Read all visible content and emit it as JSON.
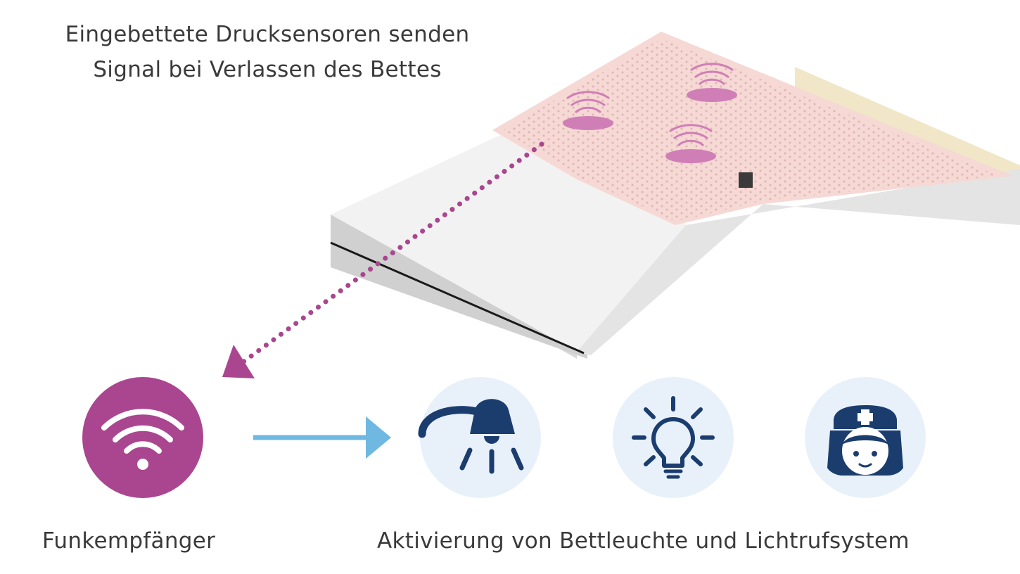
{
  "caption": {
    "line1": "Eingebettete Drucksensoren senden",
    "line2": "Signal bei Verlassen des Bettes"
  },
  "labels": {
    "receiver": "Funkempfänger",
    "activation": "Aktivierung von Bettleuchte und Lichtrufsystem"
  },
  "icons": {
    "receiver": "wifi-icon",
    "bed_lamp": "bed-lamp-icon",
    "light_bulb": "light-bulb-icon",
    "nurse": "nurse-icon"
  },
  "colors": {
    "magenta": "#a9468f",
    "dark_navy": "#1b3d6e",
    "light_blue": "#e8f1fa",
    "arrow_blue": "#6fb8e2",
    "mattress_pink": "#f6d8d4",
    "mattress_white": "#f1f1f1"
  }
}
